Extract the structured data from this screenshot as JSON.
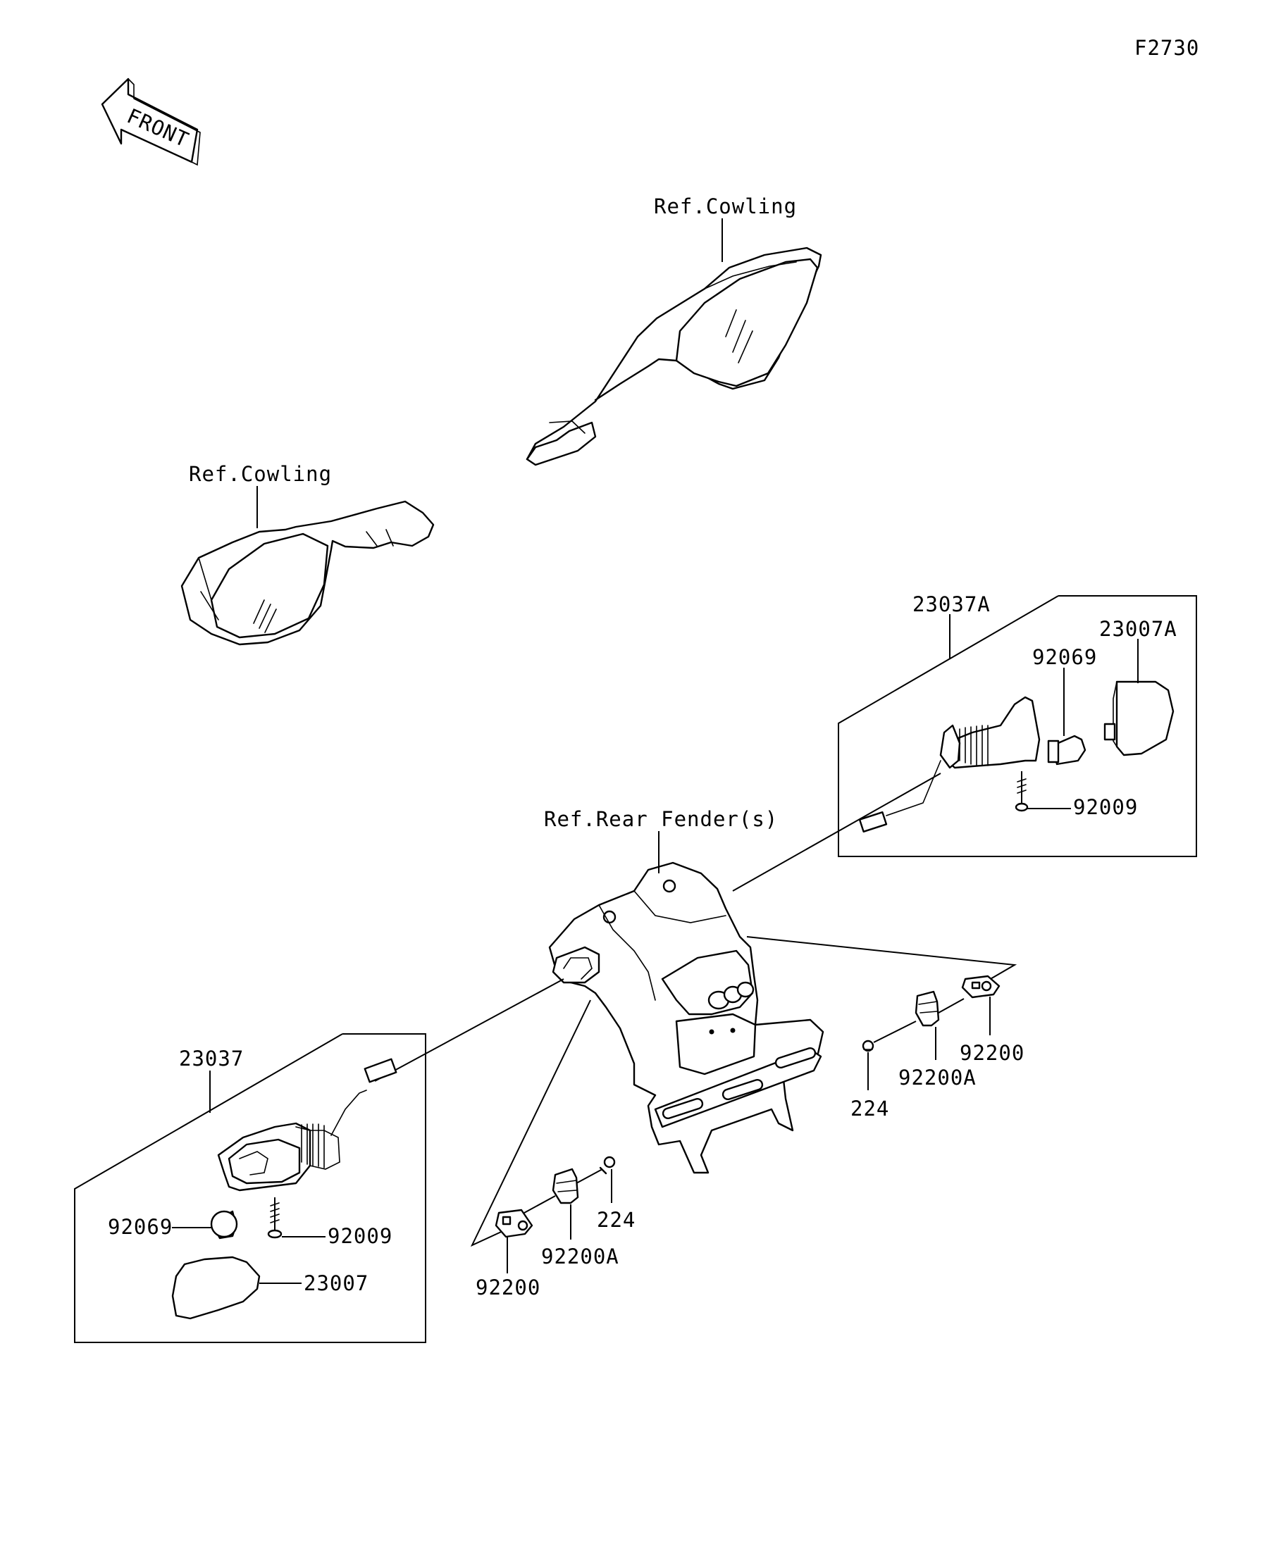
{
  "figure_id": "F2730",
  "front_label": "FRONT",
  "references": {
    "cowling_upper": "Ref.Cowling",
    "cowling_lower": "Ref.Cowling",
    "rear_fender": "Ref.Rear Fender(s)"
  },
  "parts": {
    "p_23037A": "23037A",
    "p_23007A": "23007A",
    "p_92069_right": "92069",
    "p_92009_right": "92009",
    "p_23037": "23037",
    "p_92069_left": "92069",
    "p_92009_left": "92009",
    "p_23007": "23007",
    "p_92200_right": "92200",
    "p_92200A_right": "92200A",
    "p_224_right": "224",
    "p_92200_left": "92200",
    "p_92200A_left": "92200A",
    "p_224_left": "224"
  }
}
